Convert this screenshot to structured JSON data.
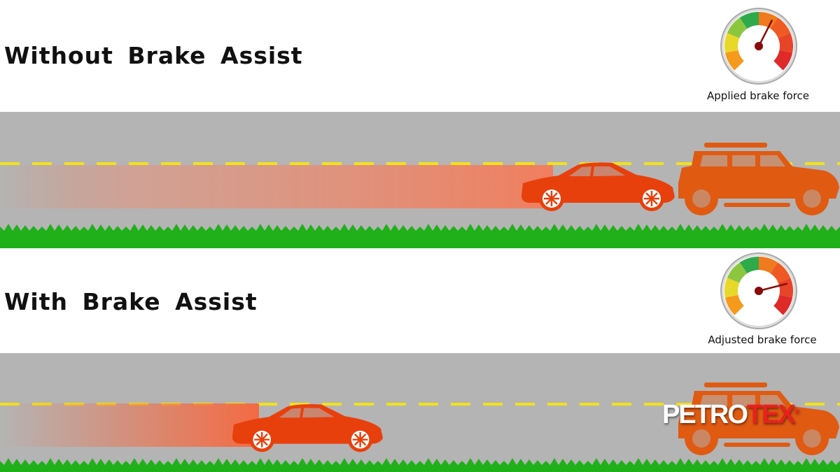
{
  "panels": [
    {
      "title": "Without  Brake Assist",
      "gauge_label": "Applied brake force",
      "gauge_value": 0.6
    },
    {
      "title": "With  Brake Assist",
      "gauge_label": "Adjusted brake force",
      "gauge_value": 0.78
    }
  ],
  "logo": {
    "part1": "PETRO",
    "part2": "TEX",
    "mark": "®"
  },
  "colors": {
    "road": "#b4b4b4",
    "grass": "#1fb01a",
    "lane": "#f2e21a",
    "sedan": "#e8400c",
    "suv": "#e05a12",
    "trail": "#f07e5e"
  }
}
